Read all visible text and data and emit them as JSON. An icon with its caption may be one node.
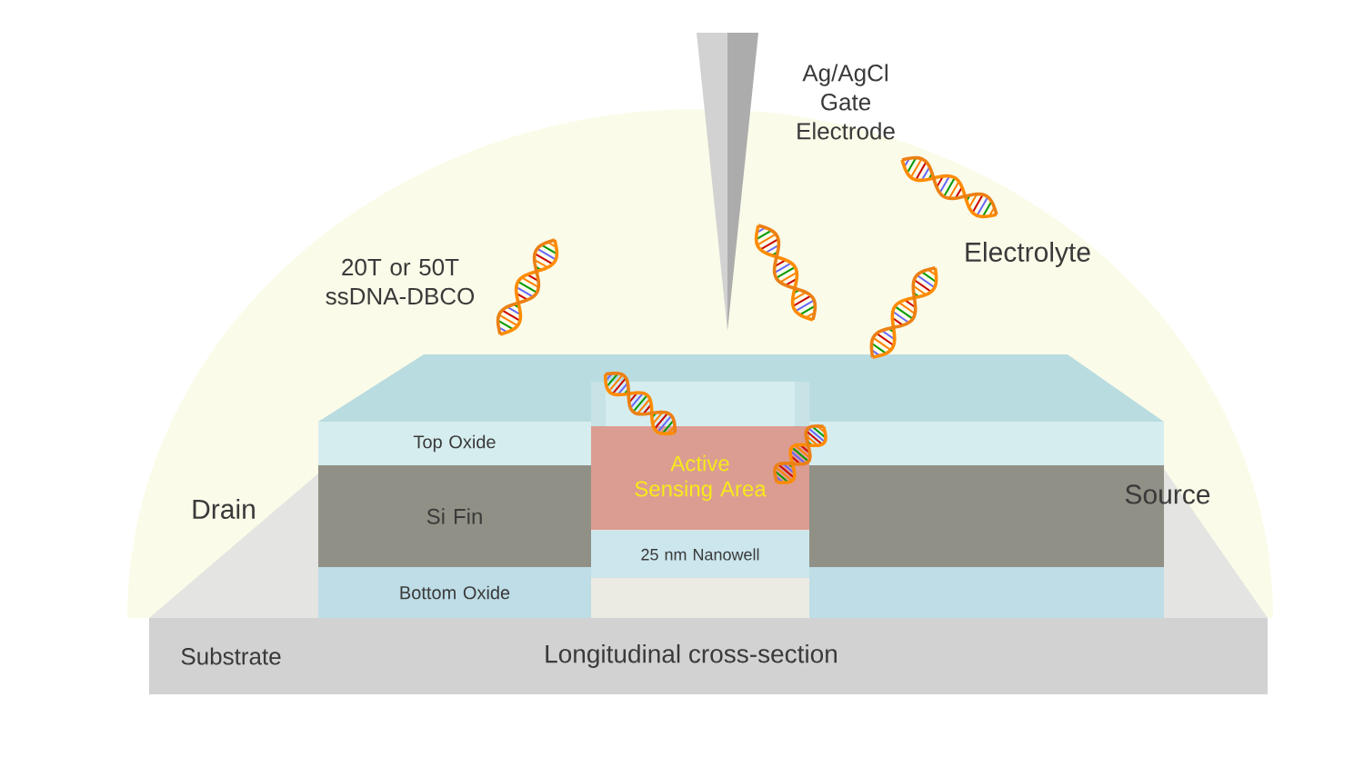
{
  "diagram": {
    "nodes": [
      {
        "text": [
          "Top Oxide"
        ]
      },
      {
        "text": [
          "Active Sensing Area"
        ]
      },
      {
        "text": [
          "Si Fin"
        ]
      },
      {
        "text": [
          "25 nm Nanowell"
        ]
      },
      {
        "text": [
          "Bottom Oxide"
        ]
      },
      {
        "text": [
          "Substrate",
          "Longitudinal cross-section"
        ]
      }
    ],
    "edges": [],
    "labels": [
      "Ag/AgCl Gate Electrode",
      "20T or 50T ssDNA-DBCO",
      "Electrolyte",
      "Drain",
      "Source"
    ]
  }
}
